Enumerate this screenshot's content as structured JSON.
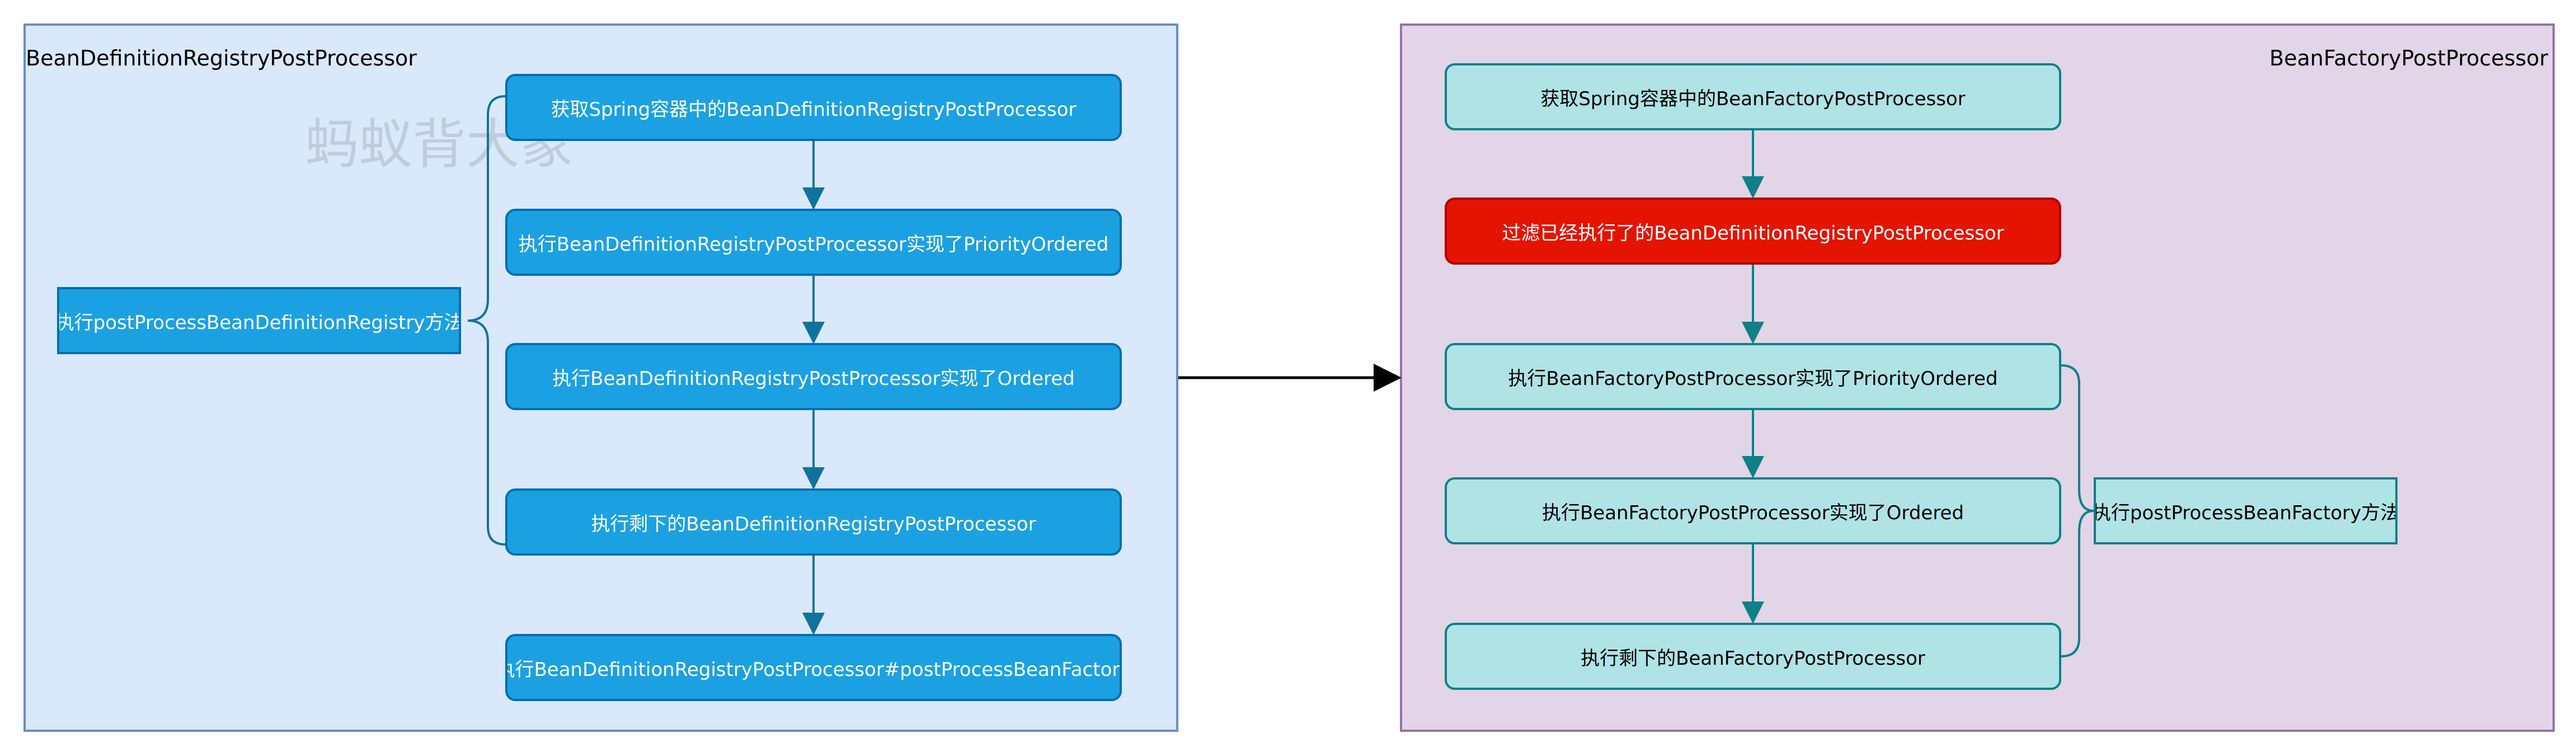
{
  "left_panel": {
    "title": "BeanDefinitionRegistryPostProcessor",
    "watermark": "蚂蚁背大象",
    "steps": [
      "获取Spring容器中的BeanDefinitionRegistryPostProcessor",
      "执行BeanDefinitionRegistryPostProcessor实现了PriorityOrdered",
      "执行BeanDefinitionRegistryPostProcessor实现了Ordered",
      "执行剩下的BeanDefinitionRegistryPostProcessor",
      "执行BeanDefinitionRegistryPostProcessor#postProcessBeanFactory"
    ],
    "brace_label": "执行postProcessBeanDefinitionRegistry方法"
  },
  "right_panel": {
    "title": "BeanFactoryPostProcessor",
    "steps": [
      "获取Spring容器中的BeanFactoryPostProcessor",
      "过滤已经执行了的BeanDefinitionRegistryPostProcessor",
      "执行BeanFactoryPostProcessor实现了PriorityOrdered",
      "执行BeanFactoryPostProcessor实现了Ordered",
      "执行剩下的BeanFactoryPostProcessor"
    ],
    "brace_label": "执行postProcessBeanFactory方法"
  },
  "colors": {
    "left_fill": "#dae8fc",
    "right_fill": "#e1d5e7",
    "blue_node": "#1ba1e2",
    "cyan_node": "#b0e3e6",
    "red_node": "#e51400"
  }
}
